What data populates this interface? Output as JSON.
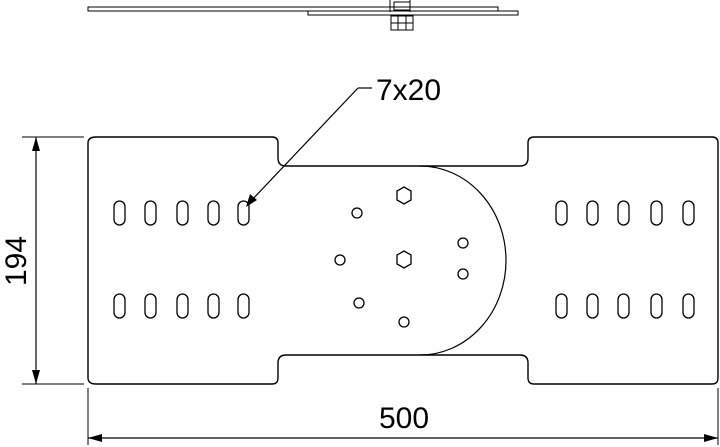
{
  "annotations": {
    "slot_size": "7x20"
  },
  "dimensions": {
    "height": "194",
    "width": "500"
  },
  "colors": {
    "line": "#000000",
    "background": "#ffffff"
  }
}
